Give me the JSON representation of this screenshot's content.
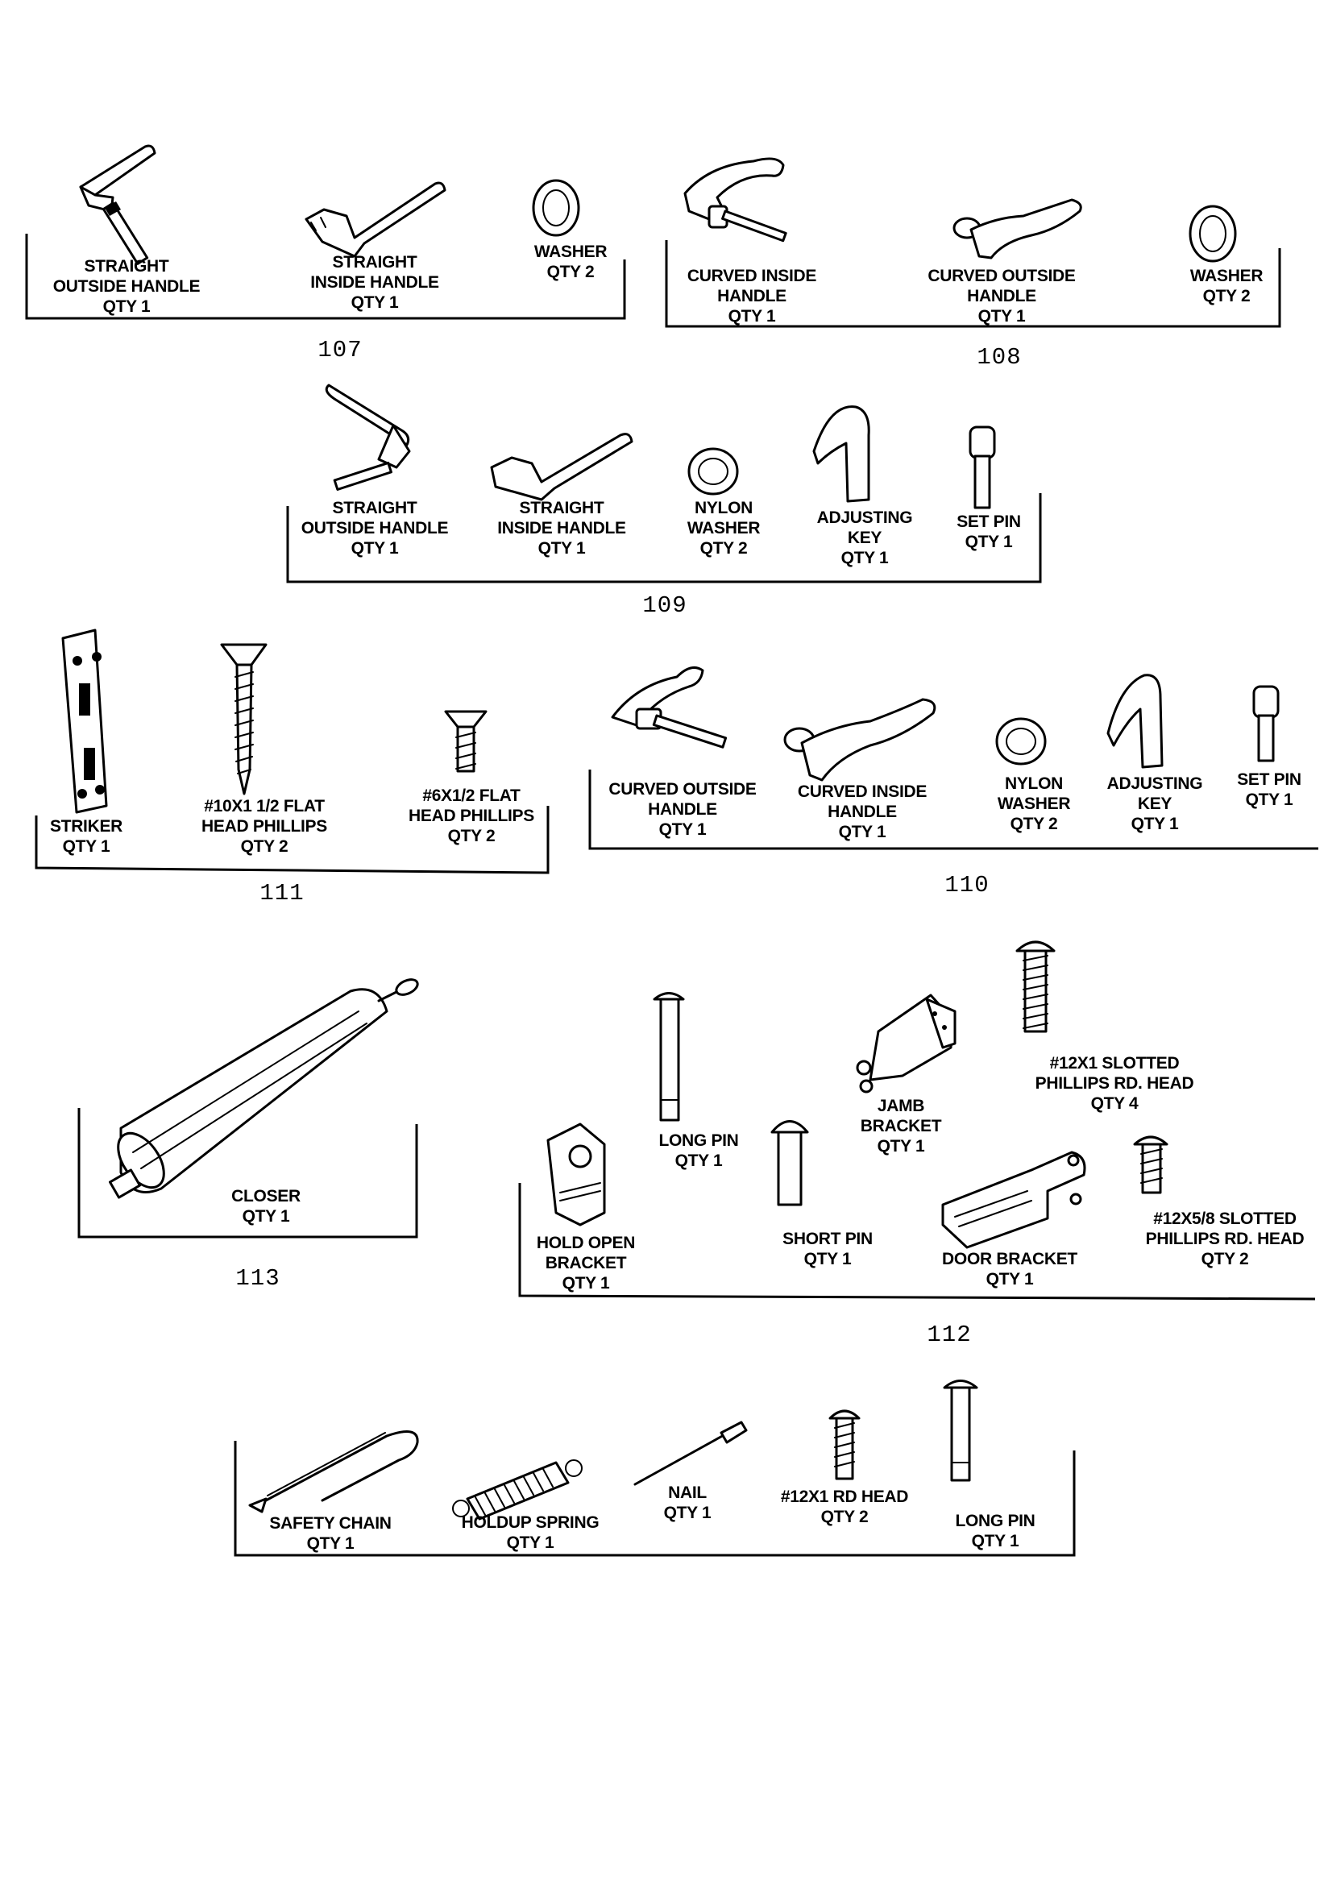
{
  "groups": [
    {
      "number": "107",
      "parts": [
        {
          "lines": [
            "STRAIGHT",
            "OUTSIDE HANDLE",
            "QTY 1"
          ]
        },
        {
          "lines": [
            "STRAIGHT",
            "INSIDE HANDLE",
            "QTY 1"
          ]
        },
        {
          "lines": [
            "WASHER",
            "QTY 2"
          ]
        }
      ]
    },
    {
      "number": "108",
      "parts": [
        {
          "lines": [
            "CURVED INSIDE",
            "HANDLE",
            "QTY 1"
          ]
        },
        {
          "lines": [
            "CURVED OUTSIDE",
            "HANDLE",
            "QTY 1"
          ]
        },
        {
          "lines": [
            "WASHER",
            "QTY 2"
          ]
        }
      ]
    },
    {
      "number": "109",
      "parts": [
        {
          "lines": [
            "STRAIGHT",
            "OUTSIDE HANDLE",
            "QTY 1"
          ]
        },
        {
          "lines": [
            "STRAIGHT",
            "INSIDE HANDLE",
            "QTY 1"
          ]
        },
        {
          "lines": [
            "NYLON",
            "WASHER",
            "QTY 2"
          ]
        },
        {
          "lines": [
            "ADJUSTING",
            "KEY",
            "QTY 1"
          ]
        },
        {
          "lines": [
            "SET PIN",
            "QTY 1"
          ]
        }
      ]
    },
    {
      "number": "111",
      "parts": [
        {
          "lines": [
            "STRIKER",
            "QTY 1"
          ]
        },
        {
          "lines": [
            "#10X1 1/2 FLAT",
            "HEAD PHILLIPS",
            "QTY 2"
          ]
        },
        {
          "lines": [
            "#6X1/2 FLAT",
            "HEAD PHILLIPS",
            "QTY 2"
          ]
        }
      ]
    },
    {
      "number": "110",
      "parts": [
        {
          "lines": [
            "CURVED OUTSIDE",
            "HANDLE",
            "QTY 1"
          ]
        },
        {
          "lines": [
            "CURVED INSIDE",
            "HANDLE",
            "QTY 1"
          ]
        },
        {
          "lines": [
            "NYLON",
            "WASHER",
            "QTY 2"
          ]
        },
        {
          "lines": [
            "ADJUSTING",
            "KEY",
            "QTY 1"
          ]
        },
        {
          "lines": [
            "SET PIN",
            "QTY 1"
          ]
        }
      ]
    },
    {
      "number": "113",
      "parts": [
        {
          "lines": [
            "CLOSER",
            "QTY 1"
          ]
        }
      ]
    },
    {
      "number": "112",
      "parts": [
        {
          "lines": [
            "LONG PIN",
            "QTY 1"
          ]
        },
        {
          "lines": [
            "JAMB",
            "BRACKET",
            "QTY 1"
          ]
        },
        {
          "lines": [
            "#12X1 SLOTTED",
            "PHILLIPS RD. HEAD",
            "QTY 4"
          ]
        },
        {
          "lines": [
            "HOLD OPEN",
            "BRACKET",
            "QTY 1"
          ]
        },
        {
          "lines": [
            "SHORT PIN",
            "QTY 1"
          ]
        },
        {
          "lines": [
            "DOOR BRACKET",
            "QTY 1"
          ]
        },
        {
          "lines": [
            "#12X5/8 SLOTTED",
            "PHILLIPS RD. HEAD",
            "QTY 2"
          ]
        }
      ]
    },
    {
      "number": "",
      "parts": [
        {
          "lines": [
            "SAFETY CHAIN",
            "QTY 1"
          ]
        },
        {
          "lines": [
            "HOLDUP SPRING",
            "QTY 1"
          ]
        },
        {
          "lines": [
            "NAIL",
            "QTY 1"
          ]
        },
        {
          "lines": [
            "#12X1 RD HEAD",
            "QTY 2"
          ]
        },
        {
          "lines": [
            "LONG PIN",
            "QTY 1"
          ]
        }
      ]
    }
  ]
}
